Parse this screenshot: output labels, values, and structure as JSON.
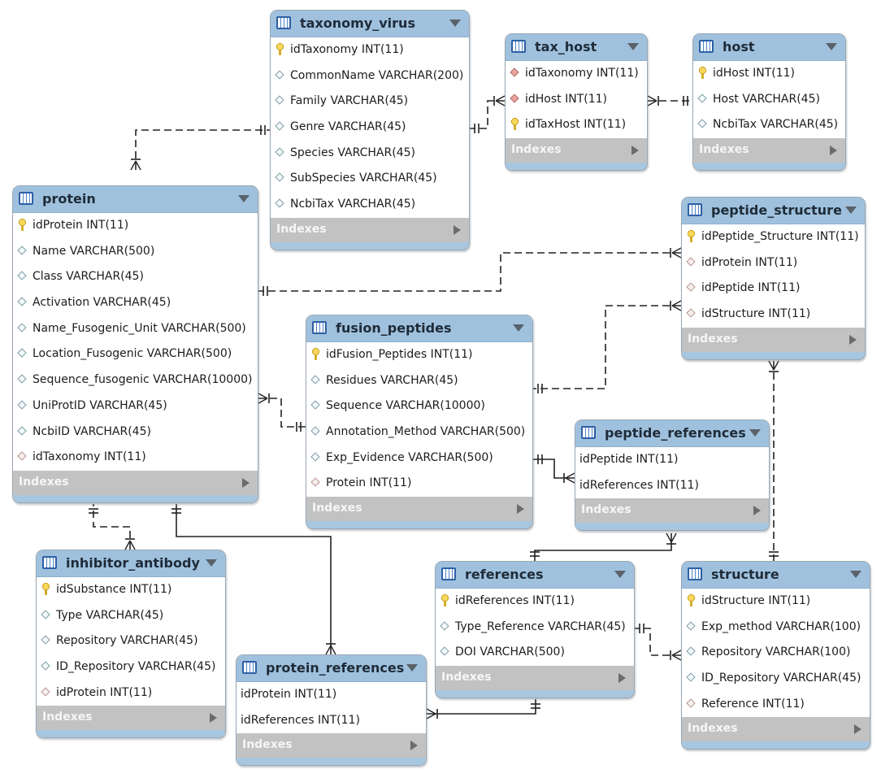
{
  "tables": {
    "taxonomy_virus": {
      "name": "taxonomy_virus",
      "columns": [
        {
          "text": "idTaxonomy INT(11)",
          "key": "pk"
        },
        {
          "text": "CommonName VARCHAR(200)",
          "key": "none"
        },
        {
          "text": "Family VARCHAR(45)",
          "key": "none"
        },
        {
          "text": "Genre VARCHAR(45)",
          "key": "none"
        },
        {
          "text": "Species VARCHAR(45)",
          "key": "none"
        },
        {
          "text": "SubSpecies VARCHAR(45)",
          "key": "none"
        },
        {
          "text": "NcbiTax VARCHAR(45)",
          "key": "none"
        }
      ],
      "indexes": "Indexes"
    },
    "tax_host": {
      "name": "tax_host",
      "columns": [
        {
          "text": "idTaxonomy INT(11)",
          "key": "pkfk"
        },
        {
          "text": "idHost INT(11)",
          "key": "pkfk"
        },
        {
          "text": "idTaxHost INT(11)",
          "key": "pk"
        }
      ],
      "indexes": "Indexes"
    },
    "host": {
      "name": "host",
      "columns": [
        {
          "text": "idHost INT(11)",
          "key": "pk"
        },
        {
          "text": "Host VARCHAR(45)",
          "key": "none"
        },
        {
          "text": "NcbiTax VARCHAR(45)",
          "key": "none"
        }
      ],
      "indexes": "Indexes"
    },
    "protein": {
      "name": "protein",
      "columns": [
        {
          "text": "idProtein INT(11)",
          "key": "pk"
        },
        {
          "text": "Name VARCHAR(500)",
          "key": "none"
        },
        {
          "text": "Class VARCHAR(45)",
          "key": "none"
        },
        {
          "text": "Activation VARCHAR(45)",
          "key": "none"
        },
        {
          "text": "Name_Fusogenic_Unit VARCHAR(500)",
          "key": "none"
        },
        {
          "text": "Location_Fusogenic VARCHAR(500)",
          "key": "none"
        },
        {
          "text": "Sequence_fusogenic VARCHAR(10000)",
          "key": "none"
        },
        {
          "text": "UniProtID VARCHAR(45)",
          "key": "none"
        },
        {
          "text": "NcbiID VARCHAR(45)",
          "key": "none"
        },
        {
          "text": "idTaxonomy INT(11)",
          "key": "fk"
        }
      ],
      "indexes": "Indexes"
    },
    "peptide_structure": {
      "name": "peptide_structure",
      "columns": [
        {
          "text": "idPeptide_Structure INT(11)",
          "key": "pk"
        },
        {
          "text": "idProtein INT(11)",
          "key": "fk"
        },
        {
          "text": "idPeptide INT(11)",
          "key": "fk"
        },
        {
          "text": "idStructure INT(11)",
          "key": "fk"
        }
      ],
      "indexes": "Indexes"
    },
    "fusion_peptides": {
      "name": "fusion_peptides",
      "columns": [
        {
          "text": "idFusion_Peptides INT(11)",
          "key": "pk"
        },
        {
          "text": "Residues VARCHAR(45)",
          "key": "none"
        },
        {
          "text": "Sequence VARCHAR(10000)",
          "key": "none"
        },
        {
          "text": "Annotation_Method VARCHAR(500)",
          "key": "none"
        },
        {
          "text": "Exp_Evidence VARCHAR(500)",
          "key": "none"
        },
        {
          "text": "Protein INT(11)",
          "key": "fk"
        }
      ],
      "indexes": "Indexes"
    },
    "peptide_references": {
      "name": "peptide_references",
      "columns": [
        {
          "text": "idPeptide INT(11)",
          "key": "plain"
        },
        {
          "text": "idReferences INT(11)",
          "key": "plain"
        }
      ],
      "indexes": "Indexes"
    },
    "inhibitor_antibody": {
      "name": "inhibitor_antibody",
      "columns": [
        {
          "text": "idSubstance INT(11)",
          "key": "pk"
        },
        {
          "text": "Type VARCHAR(45)",
          "key": "none"
        },
        {
          "text": "Repository VARCHAR(45)",
          "key": "none"
        },
        {
          "text": "ID_Repository VARCHAR(45)",
          "key": "none"
        },
        {
          "text": "idProtein INT(11)",
          "key": "fk"
        }
      ],
      "indexes": "Indexes"
    },
    "references": {
      "name": "references",
      "columns": [
        {
          "text": "idReferences INT(11)",
          "key": "pk"
        },
        {
          "text": "Type_Reference VARCHAR(45)",
          "key": "none"
        },
        {
          "text": "DOI VARCHAR(500)",
          "key": "none"
        }
      ],
      "indexes": "Indexes"
    },
    "structure": {
      "name": "structure",
      "columns": [
        {
          "text": "idStructure INT(11)",
          "key": "pk"
        },
        {
          "text": "Exp_method VARCHAR(100)",
          "key": "none"
        },
        {
          "text": "Repository VARCHAR(100)",
          "key": "none"
        },
        {
          "text": "ID_Repository VARCHAR(45)",
          "key": "none"
        },
        {
          "text": "Reference INT(11)",
          "key": "fk"
        }
      ],
      "indexes": "Indexes"
    },
    "protein_references": {
      "name": "protein_references",
      "columns": [
        {
          "text": "idProtein INT(11)",
          "key": "plain"
        },
        {
          "text": "idReferences INT(11)",
          "key": "plain"
        }
      ],
      "indexes": "Indexes"
    }
  },
  "relationships": [
    {
      "from": "protein",
      "to": "taxonomy_virus",
      "from_card": "many",
      "to_card": "one",
      "identifying": false
    },
    {
      "from": "tax_host",
      "to": "taxonomy_virus",
      "from_card": "many",
      "to_card": "one",
      "identifying": false
    },
    {
      "from": "tax_host",
      "to": "host",
      "from_card": "many",
      "to_card": "one",
      "identifying": false
    },
    {
      "from": "peptide_structure",
      "to": "protein",
      "from_card": "many",
      "to_card": "one",
      "identifying": false
    },
    {
      "from": "peptide_structure",
      "to": "fusion_peptides",
      "from_card": "many",
      "to_card": "one",
      "identifying": false
    },
    {
      "from": "peptide_structure",
      "to": "structure",
      "from_card": "many",
      "to_card": "one",
      "identifying": false
    },
    {
      "from": "fusion_peptides",
      "to": "protein",
      "from_card": "many",
      "to_card": "one",
      "identifying": false
    },
    {
      "from": "peptide_references",
      "to": "fusion_peptides",
      "from_card": "many",
      "to_card": "one",
      "identifying": true
    },
    {
      "from": "peptide_references",
      "to": "references",
      "from_card": "many",
      "to_card": "one",
      "identifying": true
    },
    {
      "from": "inhibitor_antibody",
      "to": "protein",
      "from_card": "many",
      "to_card": "one",
      "identifying": false
    },
    {
      "from": "protein_references",
      "to": "protein",
      "from_card": "many",
      "to_card": "one",
      "identifying": true
    },
    {
      "from": "protein_references",
      "to": "references",
      "from_card": "many",
      "to_card": "one",
      "identifying": true
    },
    {
      "from": "structure",
      "to": "references",
      "from_card": "many",
      "to_card": "one",
      "identifying": false
    }
  ]
}
